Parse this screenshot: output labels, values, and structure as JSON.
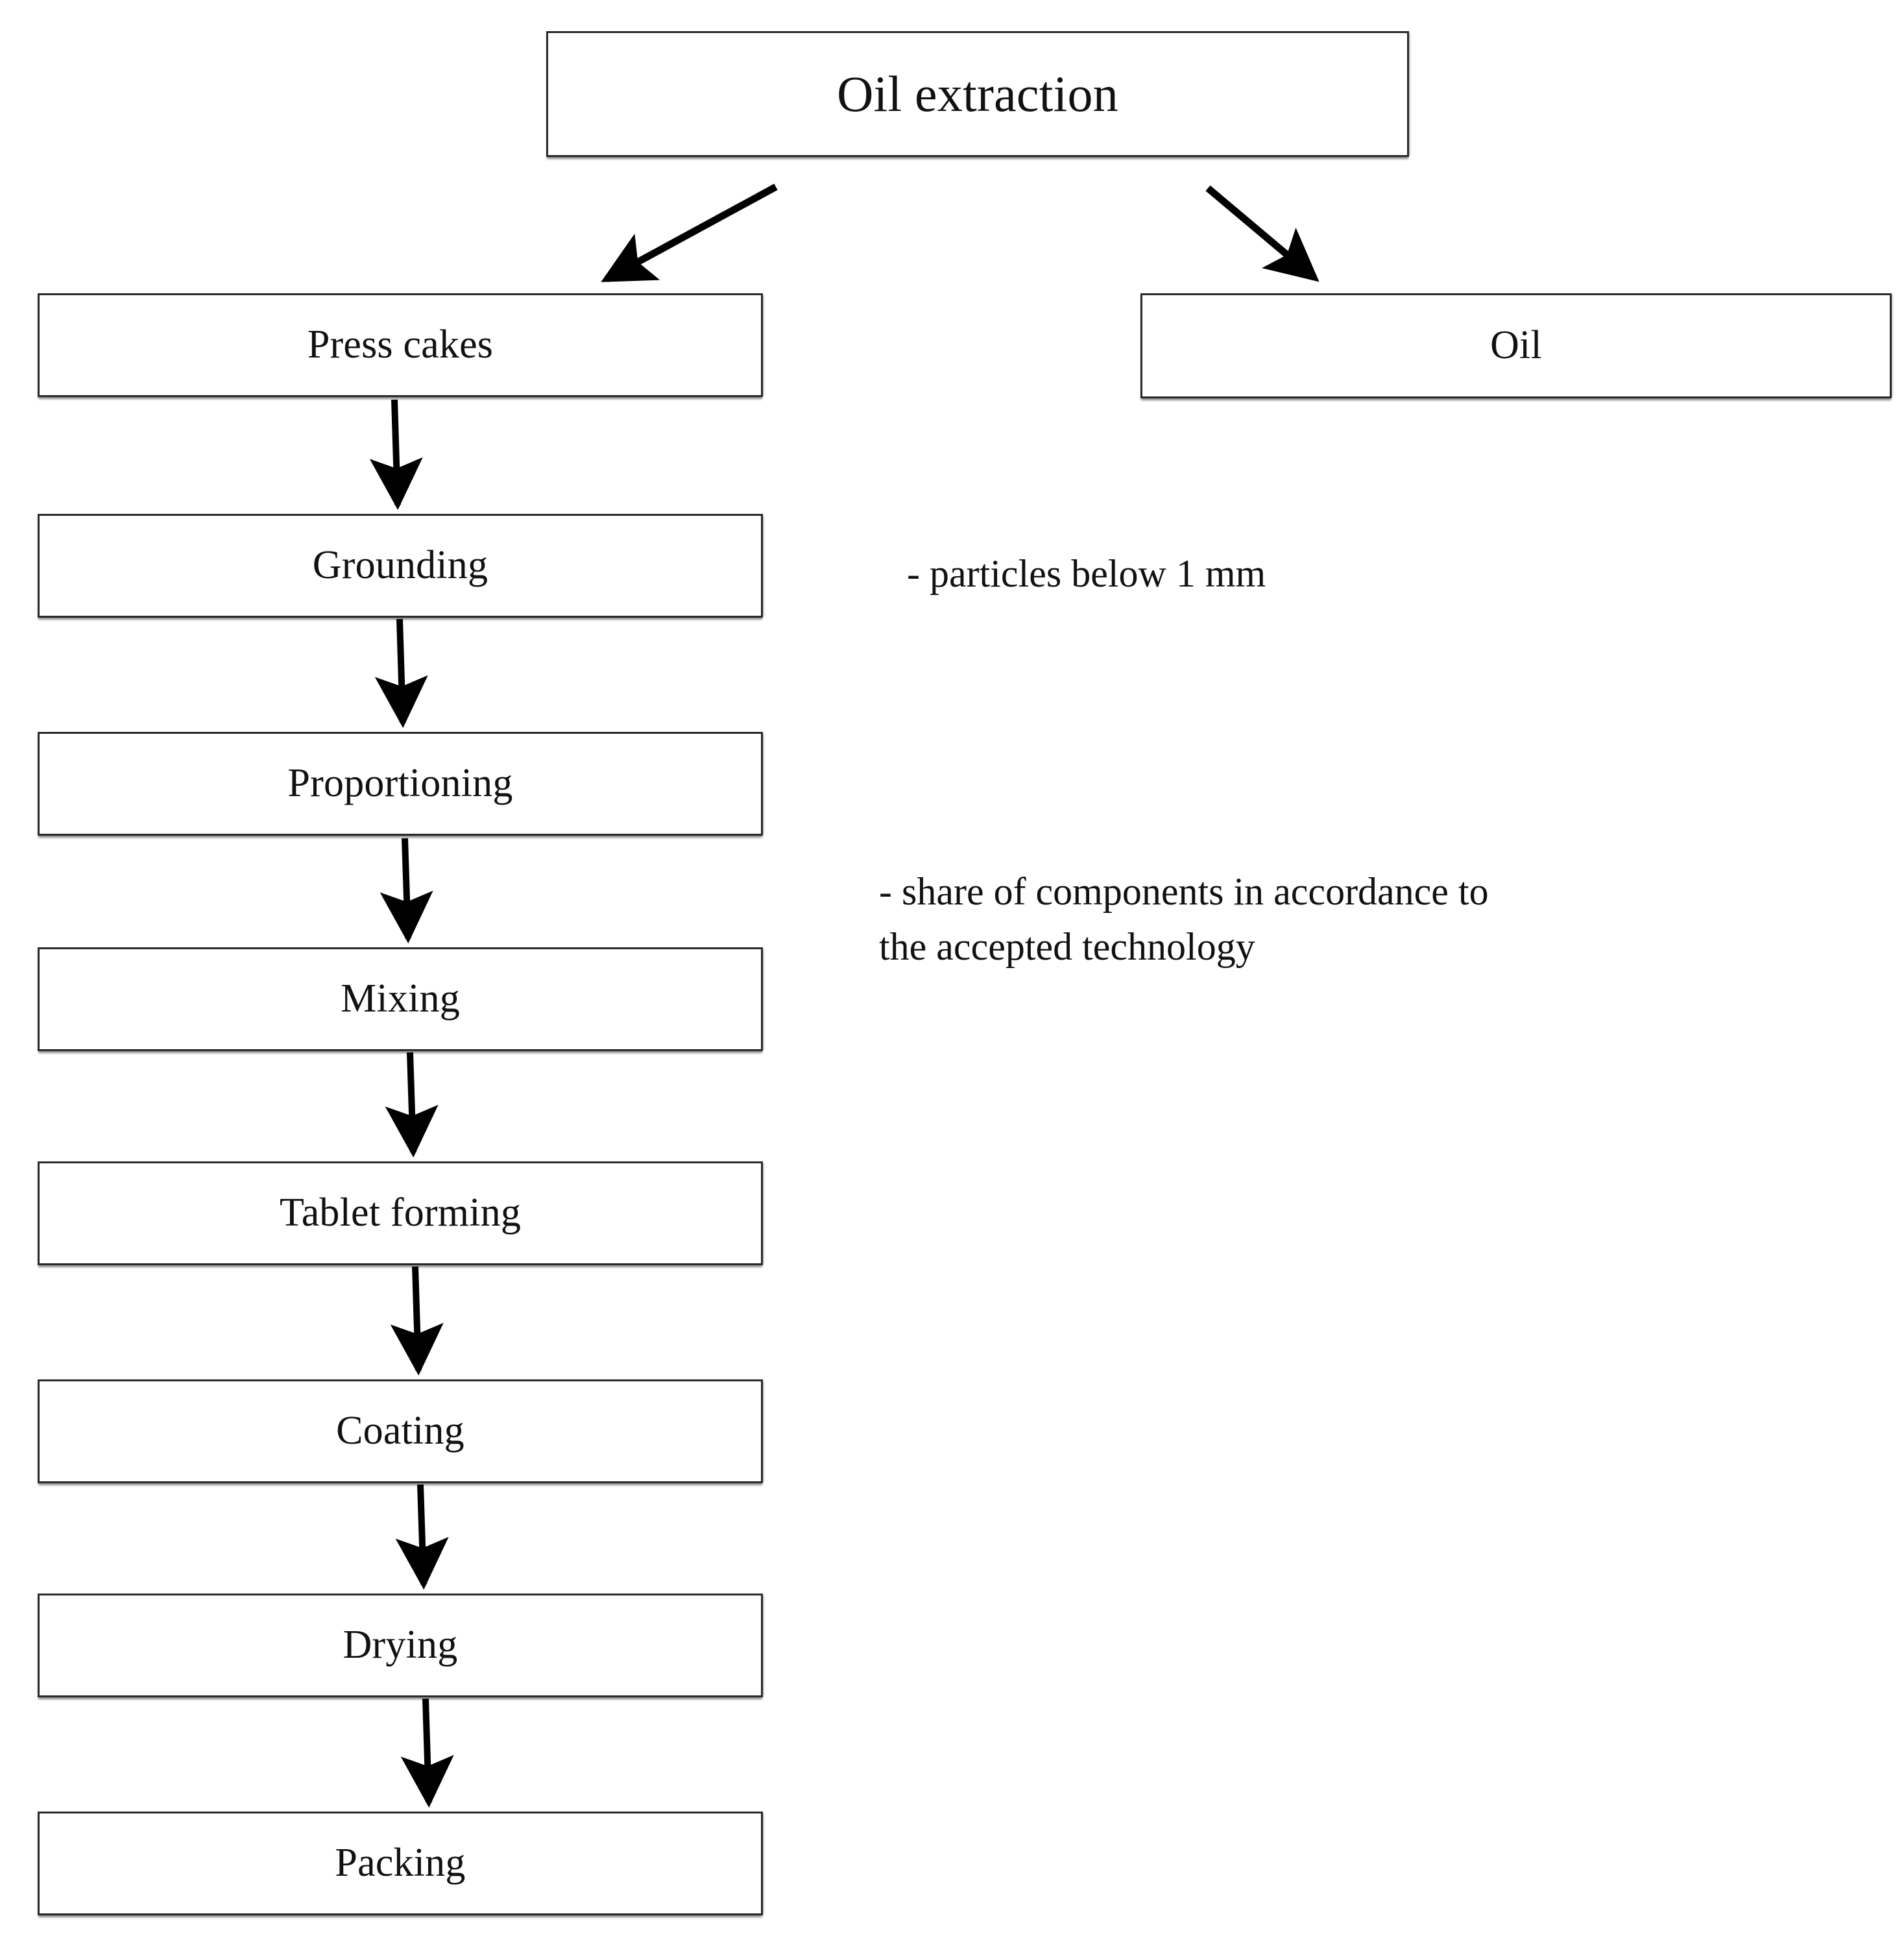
{
  "diagram": {
    "title_node": {
      "label": "Oil extraction"
    },
    "branch_nodes": [
      {
        "id": "press-cakes",
        "label": "Press cakes"
      },
      {
        "id": "oil",
        "label": "Oil"
      }
    ],
    "process_chain": [
      {
        "id": "grounding",
        "label": "Grounding"
      },
      {
        "id": "proportioning",
        "label": "Proportioning"
      },
      {
        "id": "mixing",
        "label": "Mixing"
      },
      {
        "id": "tablet-forming",
        "label": "Tablet forming"
      },
      {
        "id": "coating",
        "label": "Coating"
      },
      {
        "id": "drying",
        "label": "Drying"
      },
      {
        "id": "packing",
        "label": "Packing"
      }
    ],
    "annotations": [
      {
        "id": "particles-note",
        "text": "- particles below 1 mm"
      },
      {
        "id": "components-note",
        "text": "- share of components in accordance to\n   the accepted technology"
      }
    ],
    "connectors": [
      {
        "from": "Oil extraction",
        "to": "Press cakes",
        "style": "diagonal-arrow"
      },
      {
        "from": "Oil extraction",
        "to": "Oil",
        "style": "diagonal-arrow"
      },
      {
        "from": "Press cakes",
        "to": "Grounding",
        "style": "vertical-arrow"
      },
      {
        "from": "Grounding",
        "to": "Proportioning",
        "style": "vertical-arrow"
      },
      {
        "from": "Proportioning",
        "to": "Mixing",
        "style": "vertical-arrow"
      },
      {
        "from": "Mixing",
        "to": "Tablet forming",
        "style": "vertical-arrow"
      },
      {
        "from": "Tablet forming",
        "to": "Coating",
        "style": "vertical-arrow"
      },
      {
        "from": "Coating",
        "to": "Drying",
        "style": "vertical-arrow"
      },
      {
        "from": "Drying",
        "to": "Packing",
        "style": "vertical-arrow"
      }
    ],
    "colors": {
      "background": "#ffffff",
      "box_border": "#2a2a2a",
      "text": "#111111",
      "arrow": "#000000"
    }
  }
}
